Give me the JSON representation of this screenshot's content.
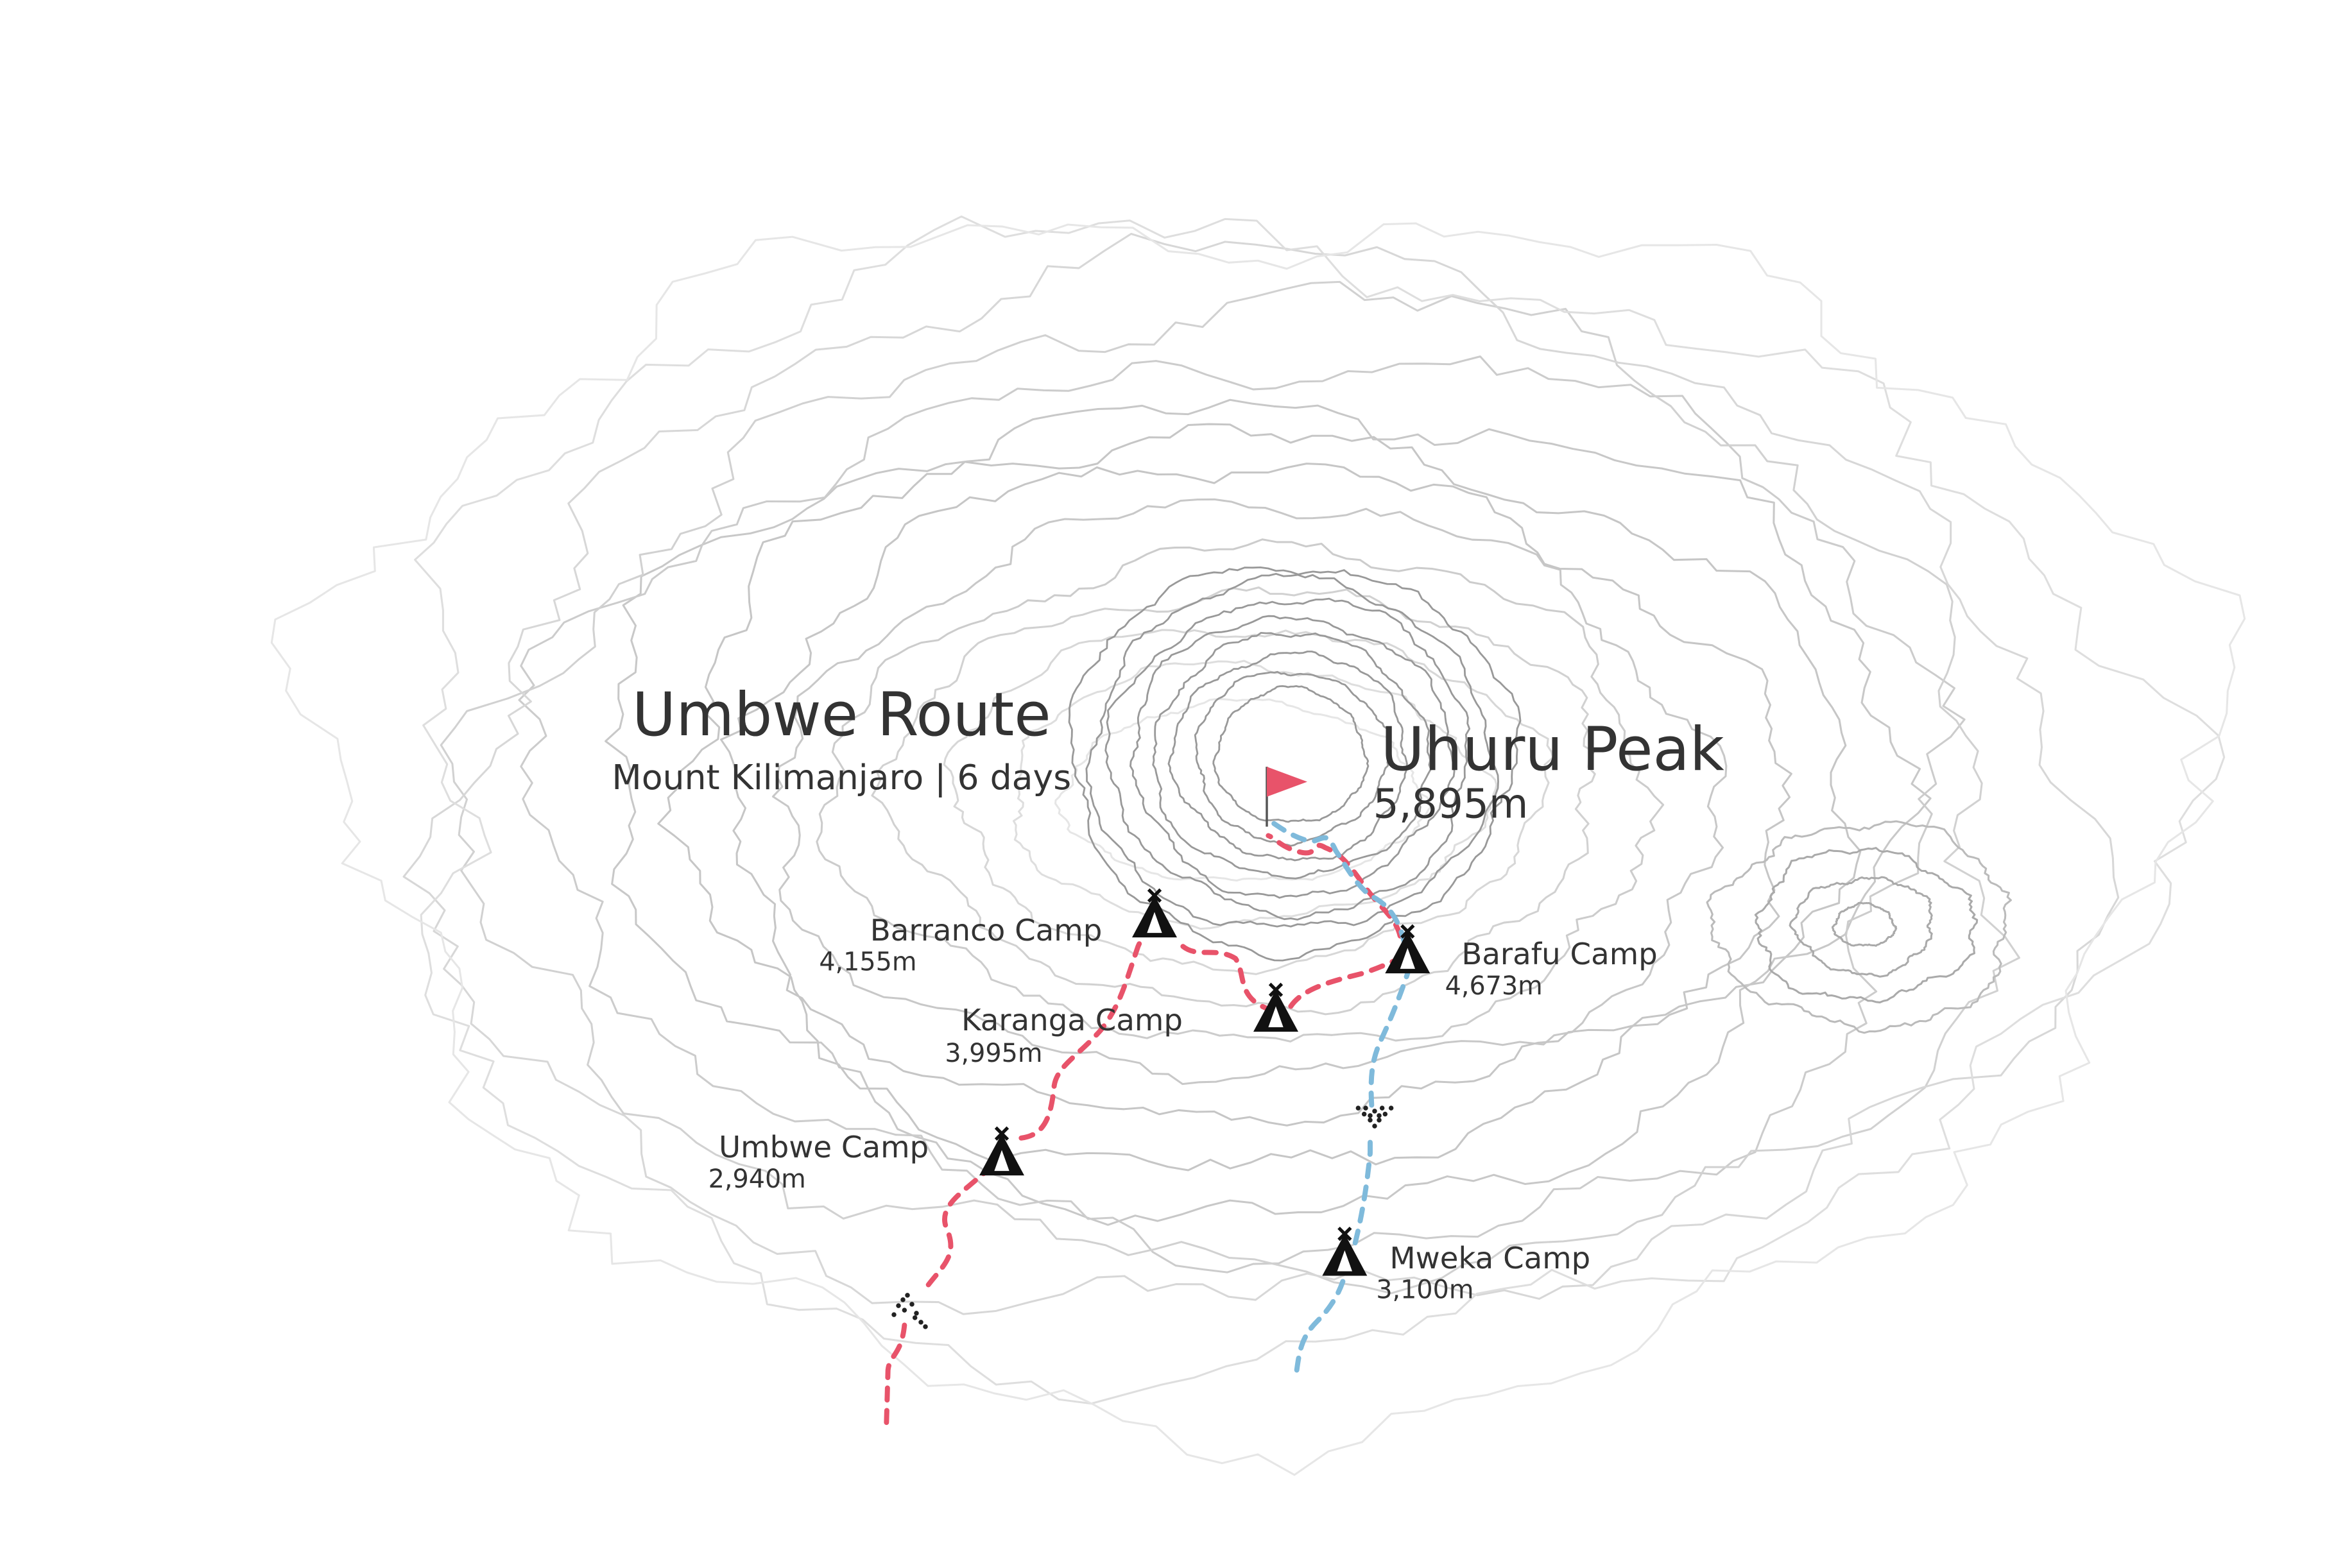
{
  "title": "Umbwe Route",
  "subtitle": "Mount Kilimanjaro | 6 days",
  "summit": {
    "name": "Uhuru Peak",
    "elevation": "5,895m",
    "icon": "flag-icon"
  },
  "camps": [
    {
      "name": "Barranco Camp",
      "elevation": "4,155m",
      "icon": "tent-icon"
    },
    {
      "name": "Karanga Camp",
      "elevation": "3,995m",
      "icon": "tent-icon"
    },
    {
      "name": "Barafu Camp",
      "elevation": "4,673m",
      "icon": "tent-icon"
    },
    {
      "name": "Umbwe Camp",
      "elevation": "2,940m",
      "icon": "tent-icon"
    },
    {
      "name": "Mweka Camp",
      "elevation": "3,100m",
      "icon": "tent-icon"
    }
  ],
  "colors": {
    "ascent_route": "#e8536a",
    "descent_route": "#7fbadb",
    "contour": "#bbbbbb",
    "text": "#333333",
    "flag": "#e8536a"
  }
}
